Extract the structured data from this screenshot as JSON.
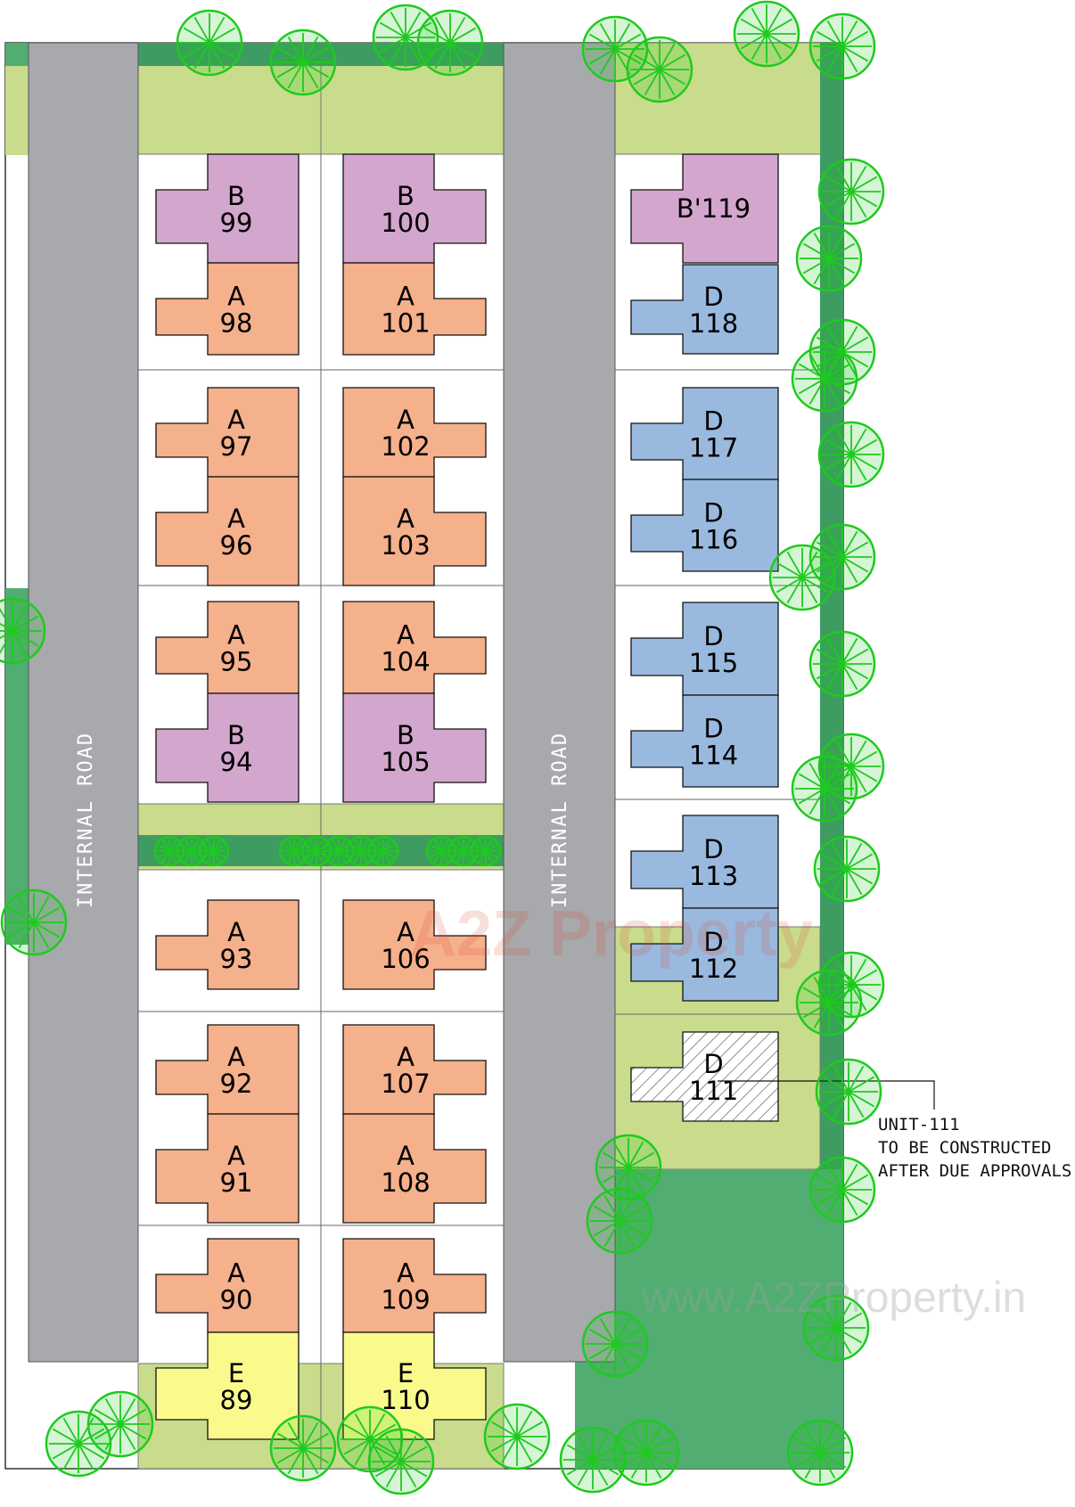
{
  "colors": {
    "road": "#a7a9ac",
    "lawn": "#c8dc8c",
    "green_strip": "#3e9c62",
    "open_space": "#52ad72",
    "type_A": "#f5b08c",
    "type_B": "#d3a6cd",
    "type_D": "#9ab9de",
    "type_E": "#fafa8c",
    "tree": "#1eca1e"
  },
  "roads": [
    {
      "label": "INTERNAL ROAD"
    },
    {
      "label": "INTERNAL ROAD"
    }
  ],
  "units": [
    {
      "type": "B",
      "number": "99",
      "color_key": "type_B"
    },
    {
      "type": "A",
      "number": "98",
      "color_key": "type_A"
    },
    {
      "type": "A",
      "number": "97",
      "color_key": "type_A"
    },
    {
      "type": "A",
      "number": "96",
      "color_key": "type_A"
    },
    {
      "type": "A",
      "number": "95",
      "color_key": "type_A"
    },
    {
      "type": "B",
      "number": "94",
      "color_key": "type_B"
    },
    {
      "type": "A",
      "number": "93",
      "color_key": "type_A"
    },
    {
      "type": "A",
      "number": "92",
      "color_key": "type_A"
    },
    {
      "type": "A",
      "number": "91",
      "color_key": "type_A"
    },
    {
      "type": "A",
      "number": "90",
      "color_key": "type_A"
    },
    {
      "type": "E",
      "number": "89",
      "color_key": "type_E"
    },
    {
      "type": "B",
      "number": "100",
      "color_key": "type_B"
    },
    {
      "type": "A",
      "number": "101",
      "color_key": "type_A"
    },
    {
      "type": "A",
      "number": "102",
      "color_key": "type_A"
    },
    {
      "type": "A",
      "number": "103",
      "color_key": "type_A"
    },
    {
      "type": "A",
      "number": "104",
      "color_key": "type_A"
    },
    {
      "type": "B",
      "number": "105",
      "color_key": "type_B"
    },
    {
      "type": "A",
      "number": "106",
      "color_key": "type_A"
    },
    {
      "type": "A",
      "number": "107",
      "color_key": "type_A"
    },
    {
      "type": "A",
      "number": "108",
      "color_key": "type_A"
    },
    {
      "type": "A",
      "number": "109",
      "color_key": "type_A"
    },
    {
      "type": "E",
      "number": "110",
      "color_key": "type_E"
    },
    {
      "type": "",
      "number": "B'119",
      "color_key": "type_B"
    },
    {
      "type": "D",
      "number": "118",
      "color_key": "type_D"
    },
    {
      "type": "D",
      "number": "117",
      "color_key": "type_D"
    },
    {
      "type": "D",
      "number": "116",
      "color_key": "type_D"
    },
    {
      "type": "D",
      "number": "115",
      "color_key": "type_D"
    },
    {
      "type": "D",
      "number": "114",
      "color_key": "type_D"
    },
    {
      "type": "D",
      "number": "113",
      "color_key": "type_D"
    },
    {
      "type": "D",
      "number": "112",
      "color_key": "type_D"
    },
    {
      "type": "D",
      "number": "111",
      "color_key": "hatched"
    }
  ],
  "note": {
    "line1": "UNIT-111",
    "line2": "TO BE CONSTRUCTED",
    "line3": "AFTER  DUE APPROVALS"
  },
  "watermarks": {
    "center": "A2Z Property",
    "url": "www.A2ZProperty.in"
  }
}
